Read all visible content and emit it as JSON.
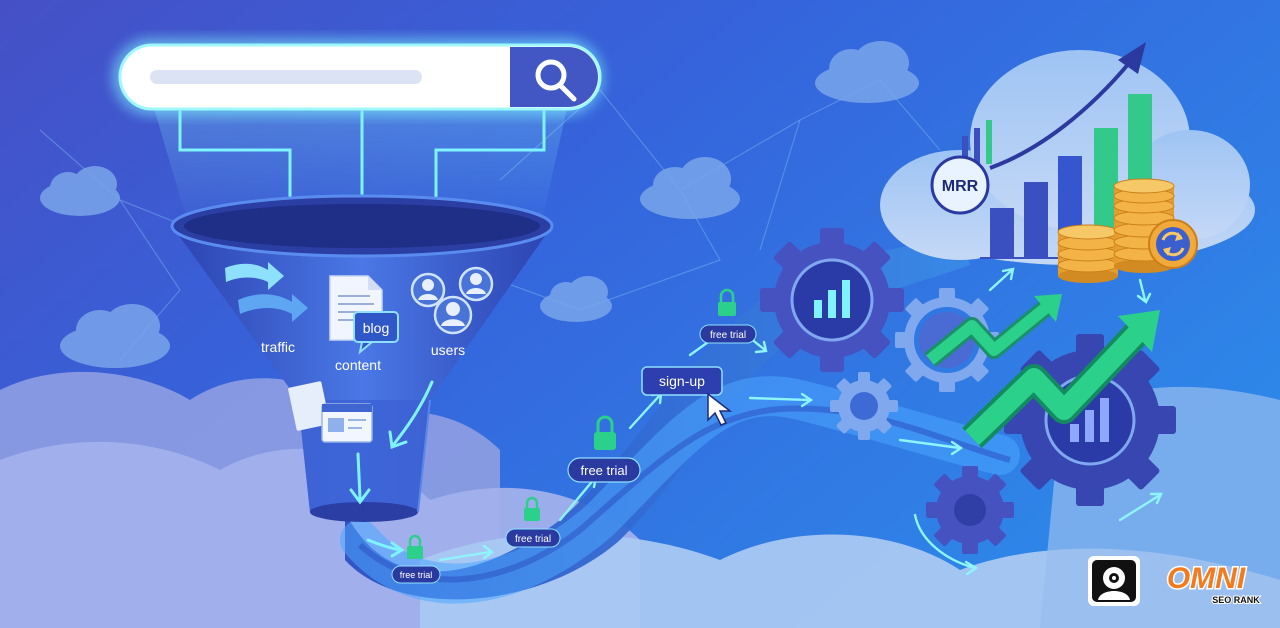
{
  "colors": {
    "bg_top": "#3b6fe0",
    "bg_left": "#4a54c8",
    "funnel": "#3a5fd0",
    "funnel_dark": "#2b3fa8",
    "glow": "#7ff3ff",
    "gear": "#4652c0",
    "gear_light": "#7fa8ee",
    "arrow_green": "#2bd08a",
    "coin": "#f0a83a",
    "bar_green": "#33c98a",
    "bar_blue": "#3a4fc0",
    "brand_orange": "#f37b1d"
  },
  "icons": [
    "search-icon",
    "arrow-icon",
    "document-icon",
    "blog-icon",
    "users-icon",
    "padlock-icon",
    "cursor-icon",
    "gear-icon",
    "bar-chart-icon",
    "trend-arrow-icon",
    "coin-stack-icon",
    "refresh-icon",
    "cloud-icon",
    "yeti-logo-icon"
  ],
  "funnel": {
    "traffic_label": "traffic",
    "content_label": "content",
    "users_label": "users",
    "blog_label": "blog"
  },
  "flow": {
    "trial_small_1": "free trial",
    "trial_small_2": "free trial",
    "trial_mid": "free trial",
    "trial_top": "free trial",
    "signup": "sign-up"
  },
  "metrics": {
    "mrr_label": "MRR"
  },
  "brand": {
    "name": "OMNI",
    "tagline": "SEO RANK"
  }
}
